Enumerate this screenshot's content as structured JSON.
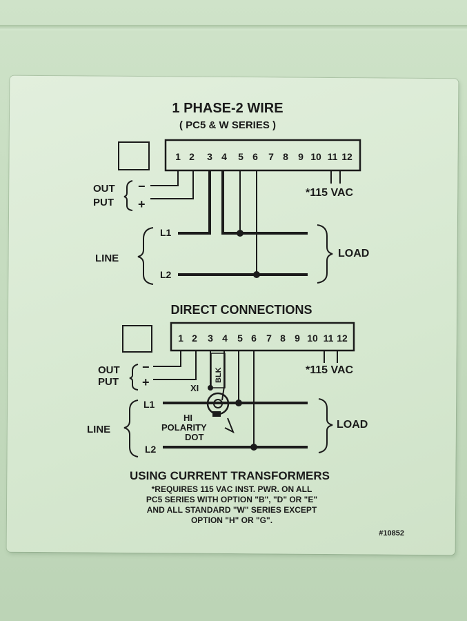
{
  "top_diagram": {
    "title": "1 PHASE-2 WIRE",
    "subtitle": "( PC5 & W SERIES )",
    "terminals": [
      "1",
      "2",
      "3",
      "4",
      "5",
      "6",
      "7",
      "8",
      "9",
      "10",
      "11",
      "12"
    ],
    "out_label": "OUT",
    "put_label": "PUT",
    "minus": "−",
    "plus": "+",
    "power_label": "*115 VAC",
    "l1": "L1",
    "l2": "L2",
    "line": "LINE",
    "load": "LOAD"
  },
  "bottom_diagram": {
    "title": "DIRECT CONNECTIONS",
    "terminals": [
      "1",
      "2",
      "3",
      "4",
      "5",
      "6",
      "7",
      "8",
      "9",
      "10",
      "11",
      "12"
    ],
    "out_label": "OUT",
    "put_label": "PUT",
    "minus": "−",
    "plus": "+",
    "power_label": "*115 VAC",
    "l1": "L1",
    "l2": "L2",
    "line": "LINE",
    "load": "LOAD",
    "x1": "XI",
    "blk": "BLK",
    "hi": "HI",
    "polarity": "POLARITY",
    "dot": "DOT"
  },
  "footer": {
    "heading": "USING CURRENT TRANSFORMERS",
    "note_lines": [
      "*REQUIRES 115 VAC INST. PWR. ON ALL",
      "PC5 SERIES WITH OPTION \"B\", \"D\" OR \"E\"",
      "AND ALL STANDARD \"W\" SERIES EXCEPT",
      "OPTION \"H\" OR \"G\"."
    ],
    "part_number": "#10852"
  }
}
